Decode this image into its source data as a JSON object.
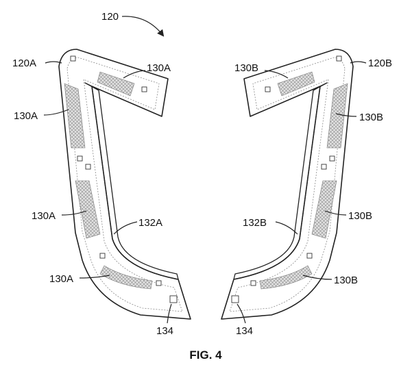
{
  "figure": {
    "caption": "FIG. 4",
    "labels": {
      "assembly": "120",
      "left_part": "120A",
      "right_part": "120B",
      "left_pad": "130A",
      "right_pad": "130B",
      "left_edge": "132A",
      "right_edge": "132B",
      "fastener": "134"
    }
  }
}
